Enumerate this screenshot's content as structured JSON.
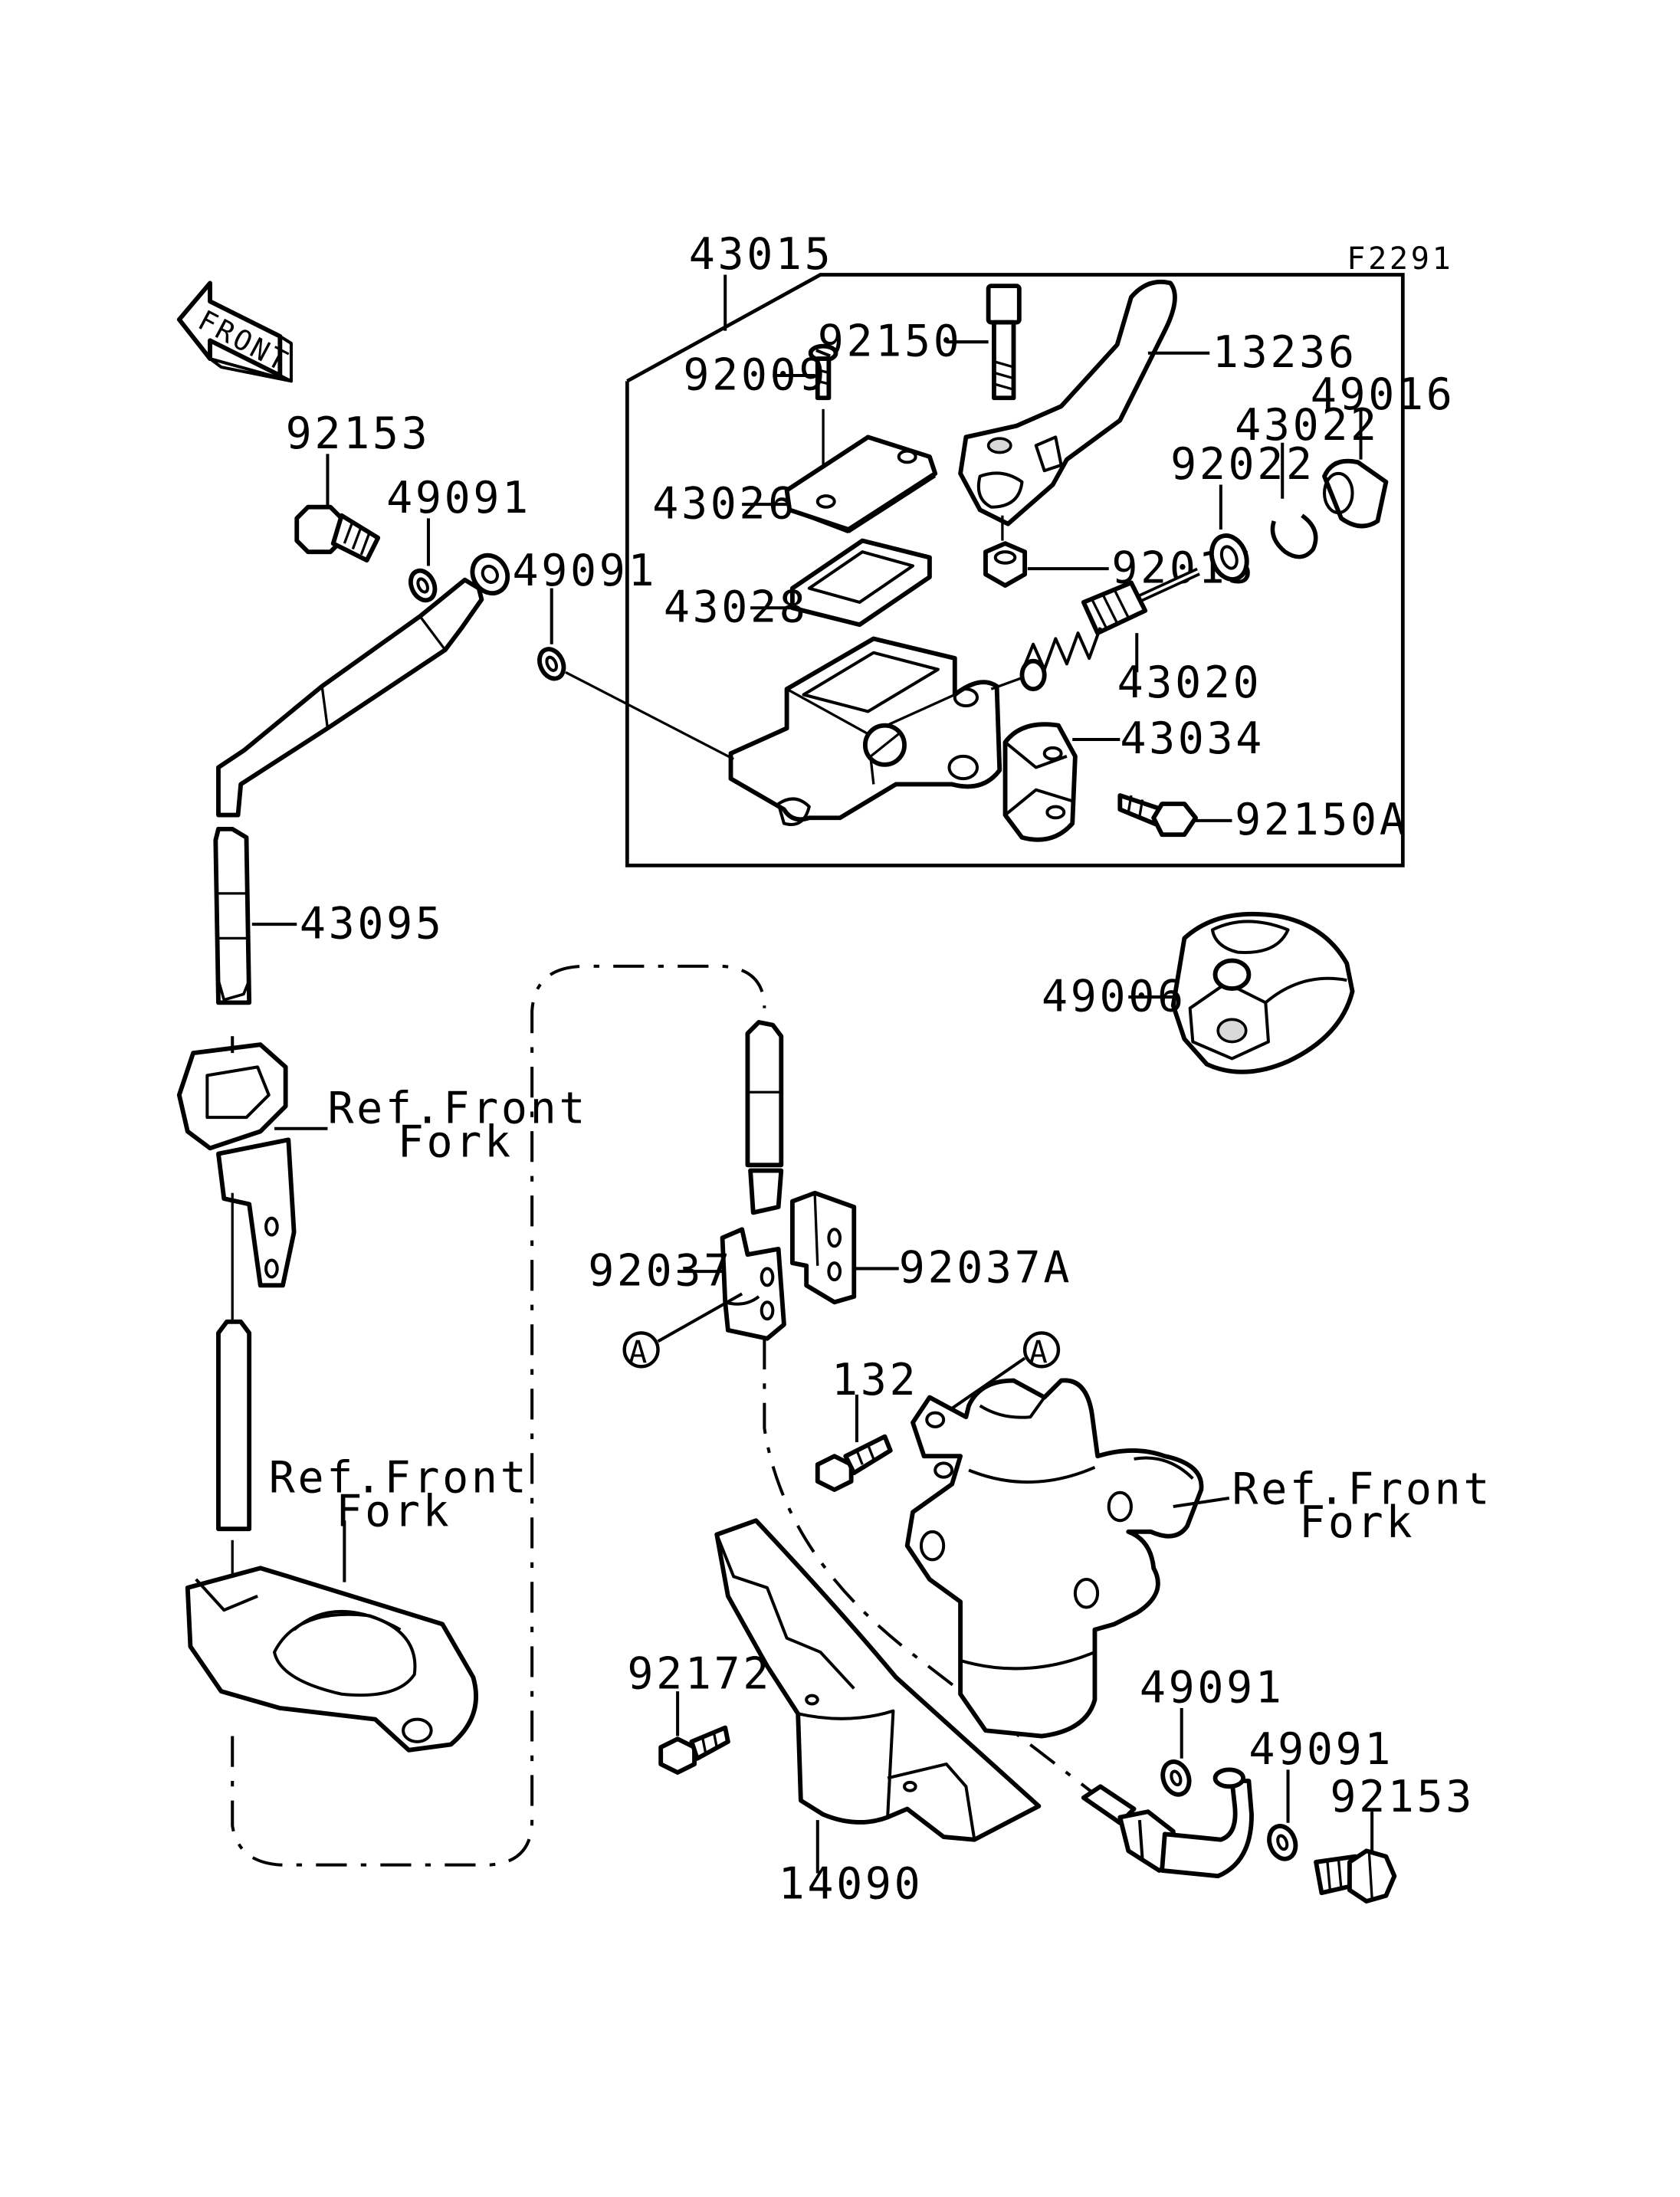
{
  "figure_code": "F2291",
  "front_arrow": {
    "label": "FRONT"
  },
  "assembly_label": "43015",
  "part_labels": {
    "p92150": "92150",
    "p13236": "13236",
    "p92009": "92009",
    "p49016": "49016",
    "p43022": "43022",
    "p92022": "92022",
    "p43026": "43026",
    "p92015": "92015",
    "p43028": "43028",
    "p43020": "43020",
    "p43034": "43034",
    "p92150A": "92150A",
    "p92153_top": "92153",
    "p49091_top_a": "49091",
    "p49091_top_b": "49091",
    "p43095": "43095",
    "p49006": "49006",
    "p92037": "92037",
    "p92037A": "92037A",
    "p132": "132",
    "p92172": "92172",
    "p14090": "14090",
    "p49091_bot_a": "49091",
    "p49091_bot_b": "49091",
    "p92153_bot": "92153"
  },
  "ref_labels": {
    "ref1_line1": "Ref.Front",
    "ref1_line2": "Fork",
    "ref2_line1": "Ref.Front",
    "ref2_line2": "Fork",
    "ref3_line1": "Ref.Front",
    "ref3_line2": "Fork"
  },
  "callouts": {
    "a_left": "A",
    "a_right": "A"
  }
}
